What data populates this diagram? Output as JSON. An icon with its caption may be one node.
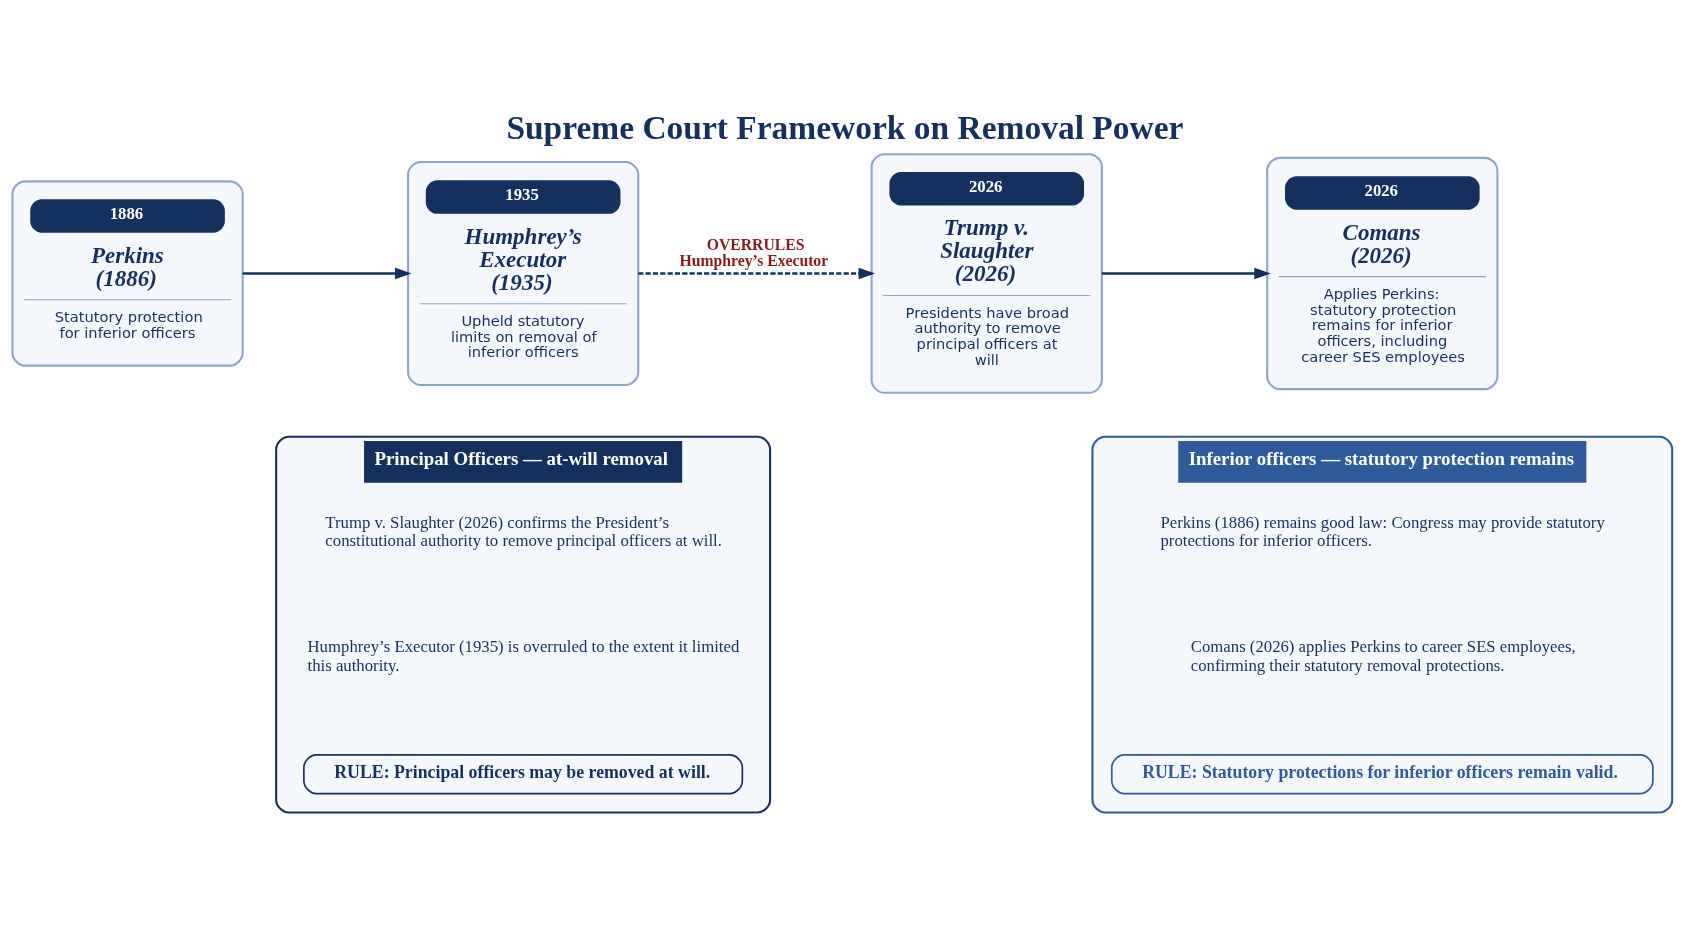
{
  "diagram": {
    "title": "Supreme Court Framework on Removal Power",
    "nodes": [
      {
        "text": [
          "1886",
          "Perkins (1886)",
          "Statutory protection for inferior officers"
        ]
      },
      {
        "text": [
          "1935",
          "Humphrey’s Executor (1935)",
          "Upheld statutory limits on removal of inferior officers"
        ]
      },
      {
        "text": [
          "2026",
          "Trump v. Slaughter (2026)",
          "Presidents have broad authority to remove principal officers at will"
        ]
      },
      {
        "text": [
          "2026",
          "Comans (2026)",
          "Applies Perkins: statutory protection remains for inferior officers, including career SES employees"
        ]
      },
      {
        "text": [
          "Principal Officers — at-will removal"
        ]
      },
      {
        "text": [
          "Trump v. Slaughter (2026) confirms the President’s constitutional authority to remove principal officers at will."
        ],
        "in": 4
      },
      {
        "text": [
          "Humphrey’s Executor (1935) is overruled to the extent it limited this authority."
        ],
        "in": 4
      },
      {
        "text": [
          "RULE: Principal officers may be removed at will."
        ],
        "in": 4
      },
      {
        "text": [
          "Inferior officers — statutory protection remains"
        ]
      },
      {
        "text": [
          "Perkins (1886) remains good law: Congress may provide statutory protections for inferior officers."
        ],
        "in": 8
      },
      {
        "text": [
          "Comans (2026) applies Perkins to career SES employees, confirming their statutory removal protections."
        ],
        "in": 8
      },
      {
        "text": [
          "RULE: Statutory protections for inferior officers remain valid."
        ],
        "in": 8
      }
    ],
    "edges": [
      {
        "from": 0,
        "to": 1,
        "arrow": "to"
      },
      {
        "from": 1,
        "to": 2,
        "arrow": "to",
        "label": "OVERRULES Humphrey’s Executor",
        "style": "dashed"
      },
      {
        "from": 2,
        "to": 3,
        "arrow": "to"
      }
    ]
  }
}
